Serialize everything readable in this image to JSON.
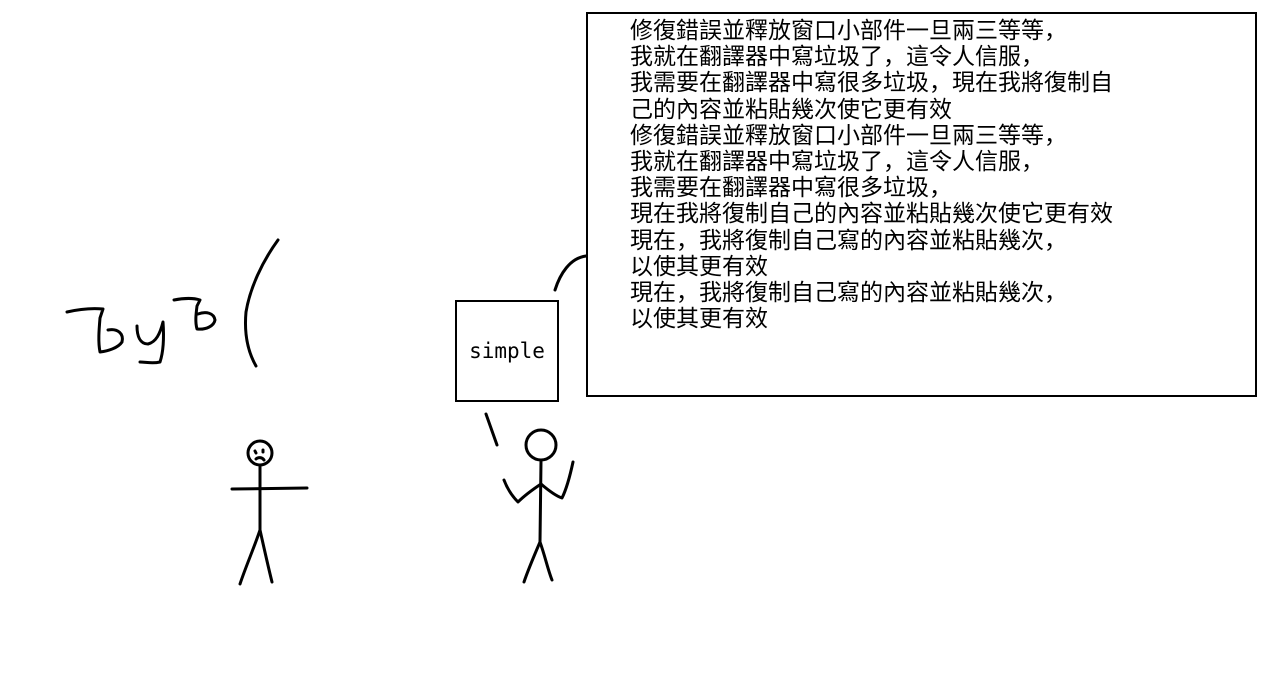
{
  "colors": {
    "ink": "#000000",
    "background": "#ffffff"
  },
  "drawing": {
    "scribble_text": "byb(",
    "sign_label": "simple",
    "speech_lines": [
      "修復錯誤並釋放窗口小部件一旦兩三等等，",
      "我就在翻譯器中寫垃圾了，這令人信服，",
      "我需要在翻譯器中寫很多垃圾，現在我將復制自",
      "己的內容並粘貼幾次使它更有效",
      "修復錯誤並釋放窗口小部件一旦兩三等等，",
      "我就在翻譯器中寫垃圾了，這令人信服，",
      "我需要在翻譯器中寫很多垃圾，",
      "現在我將復制自己的內容並粘貼幾次使它更有效",
      "現在，我將復制自己寫的內容並粘貼幾次，",
      "以使其更有效",
      "現在，我將復制自己寫的內容並粘貼幾次，",
      "以使其更有效"
    ]
  }
}
